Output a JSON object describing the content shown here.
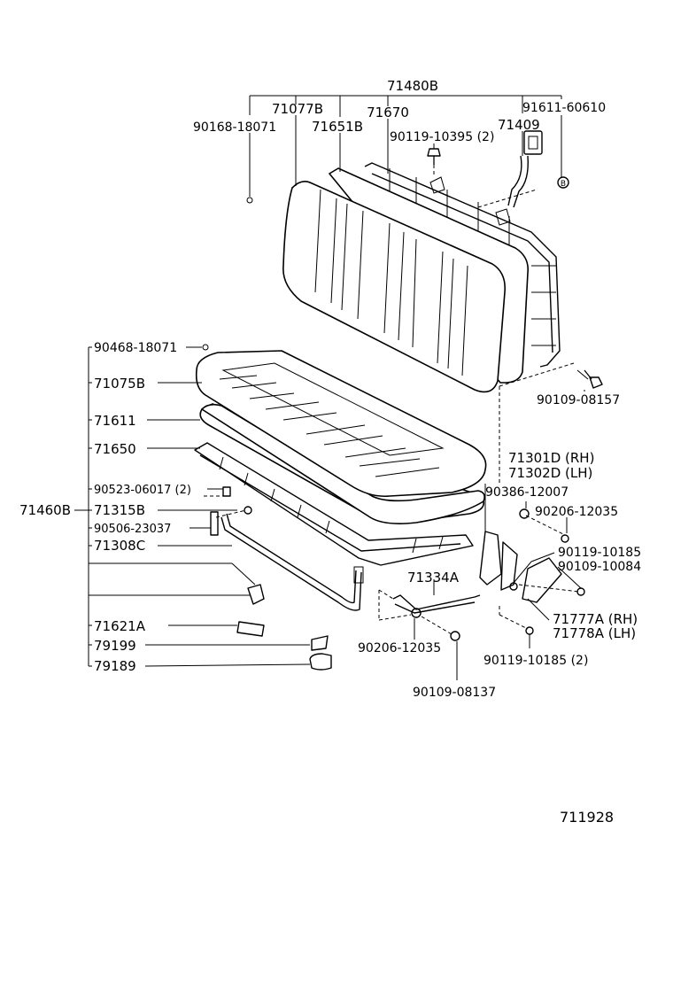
{
  "diagram_id": "711928",
  "labels": {
    "p71480B": "71480B",
    "p71077B": "71077B",
    "p71670": "71670",
    "p91611_60610": "91611-60610",
    "p90168_18071": "90168-18071",
    "p71651B": "71651B",
    "p71409": "71409",
    "p90119_10395": "90119-10395 (2)",
    "p90468_18071": "90468-18071",
    "p71075B": "71075B",
    "p71611": "71611",
    "p71650": "71650",
    "p90523_06017": "90523-06017 (2)",
    "p71460B": "71460B",
    "p71315B": "71315B",
    "p90506_23037": "90506-23037",
    "p71308C": "71308C",
    "p71621A": "71621A",
    "p79199": "79199",
    "p79189": "79189",
    "p90109_08157": "90109-08157",
    "p71301D": "71301D (RH)",
    "p71302D": "71302D (LH)",
    "p90386_12007": "90386-12007",
    "p90206_12035_r": "90206-12035",
    "p90119_10185": "90119-10185",
    "p90109_10084": "90109-10084",
    "p71334A": "71334A",
    "p71777A": "71777A (RH)",
    "p71778A": "71778A (LH)",
    "p90206_12035_b": "90206-12035",
    "p90119_10185_2": "90119-10185 (2)",
    "p90109_08137": "90109-08137"
  }
}
